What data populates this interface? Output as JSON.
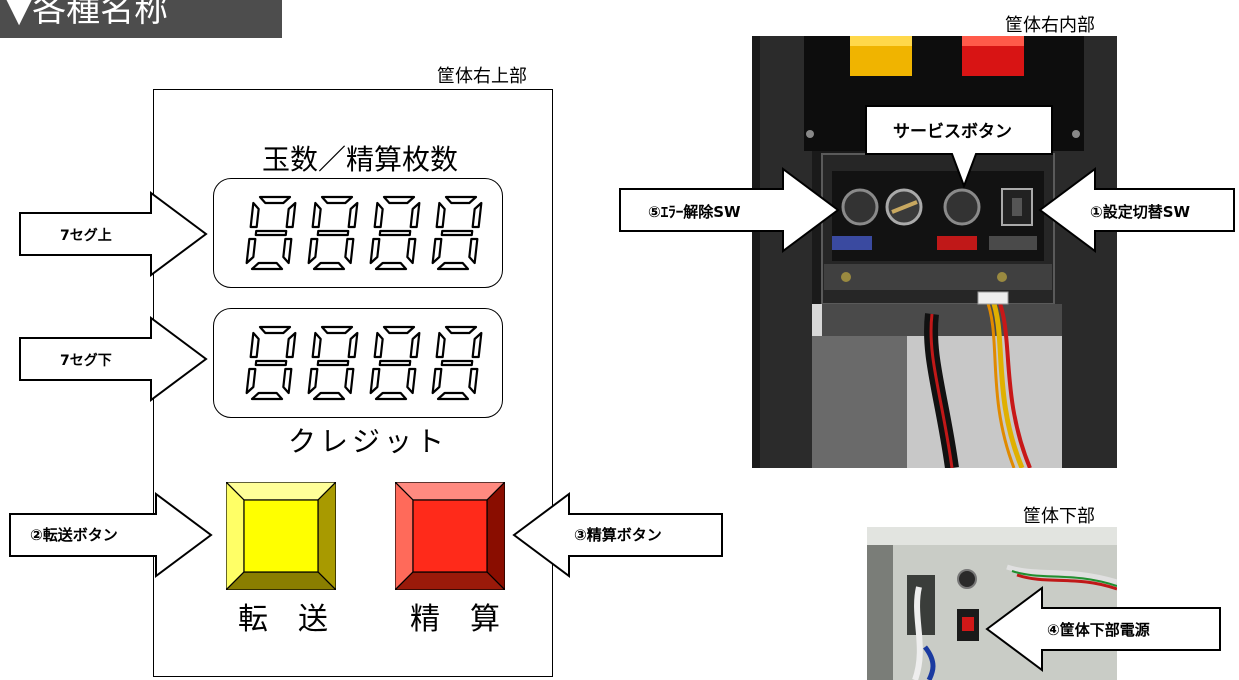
{
  "header": {
    "title": "▼各種名称"
  },
  "panel": {
    "caption": "筐体右上部",
    "display_top_label": "玉数／精算枚数",
    "display_bottom_label": "クレジット",
    "display_top_digits": "8888",
    "display_bottom_digits": "8888",
    "left_button_label": "転　送",
    "right_button_label": "精　算",
    "colors": {
      "transfer_button": "#ffff00",
      "settle_button": "#ff2a1a"
    }
  },
  "callouts": {
    "seg_top": "7セグ上",
    "seg_bottom": "7セグ下",
    "transfer": "②転送ボタン",
    "settle": "③精算ボタン"
  },
  "photo_inner": {
    "caption": "筐体右内部",
    "service_button": "サービスボタン",
    "error_release": "⑤ｴﾗｰ解除SW",
    "setting_switch": "①設定切替SW"
  },
  "photo_lower": {
    "caption": "筐体下部",
    "power": "④筐体下部電源"
  }
}
